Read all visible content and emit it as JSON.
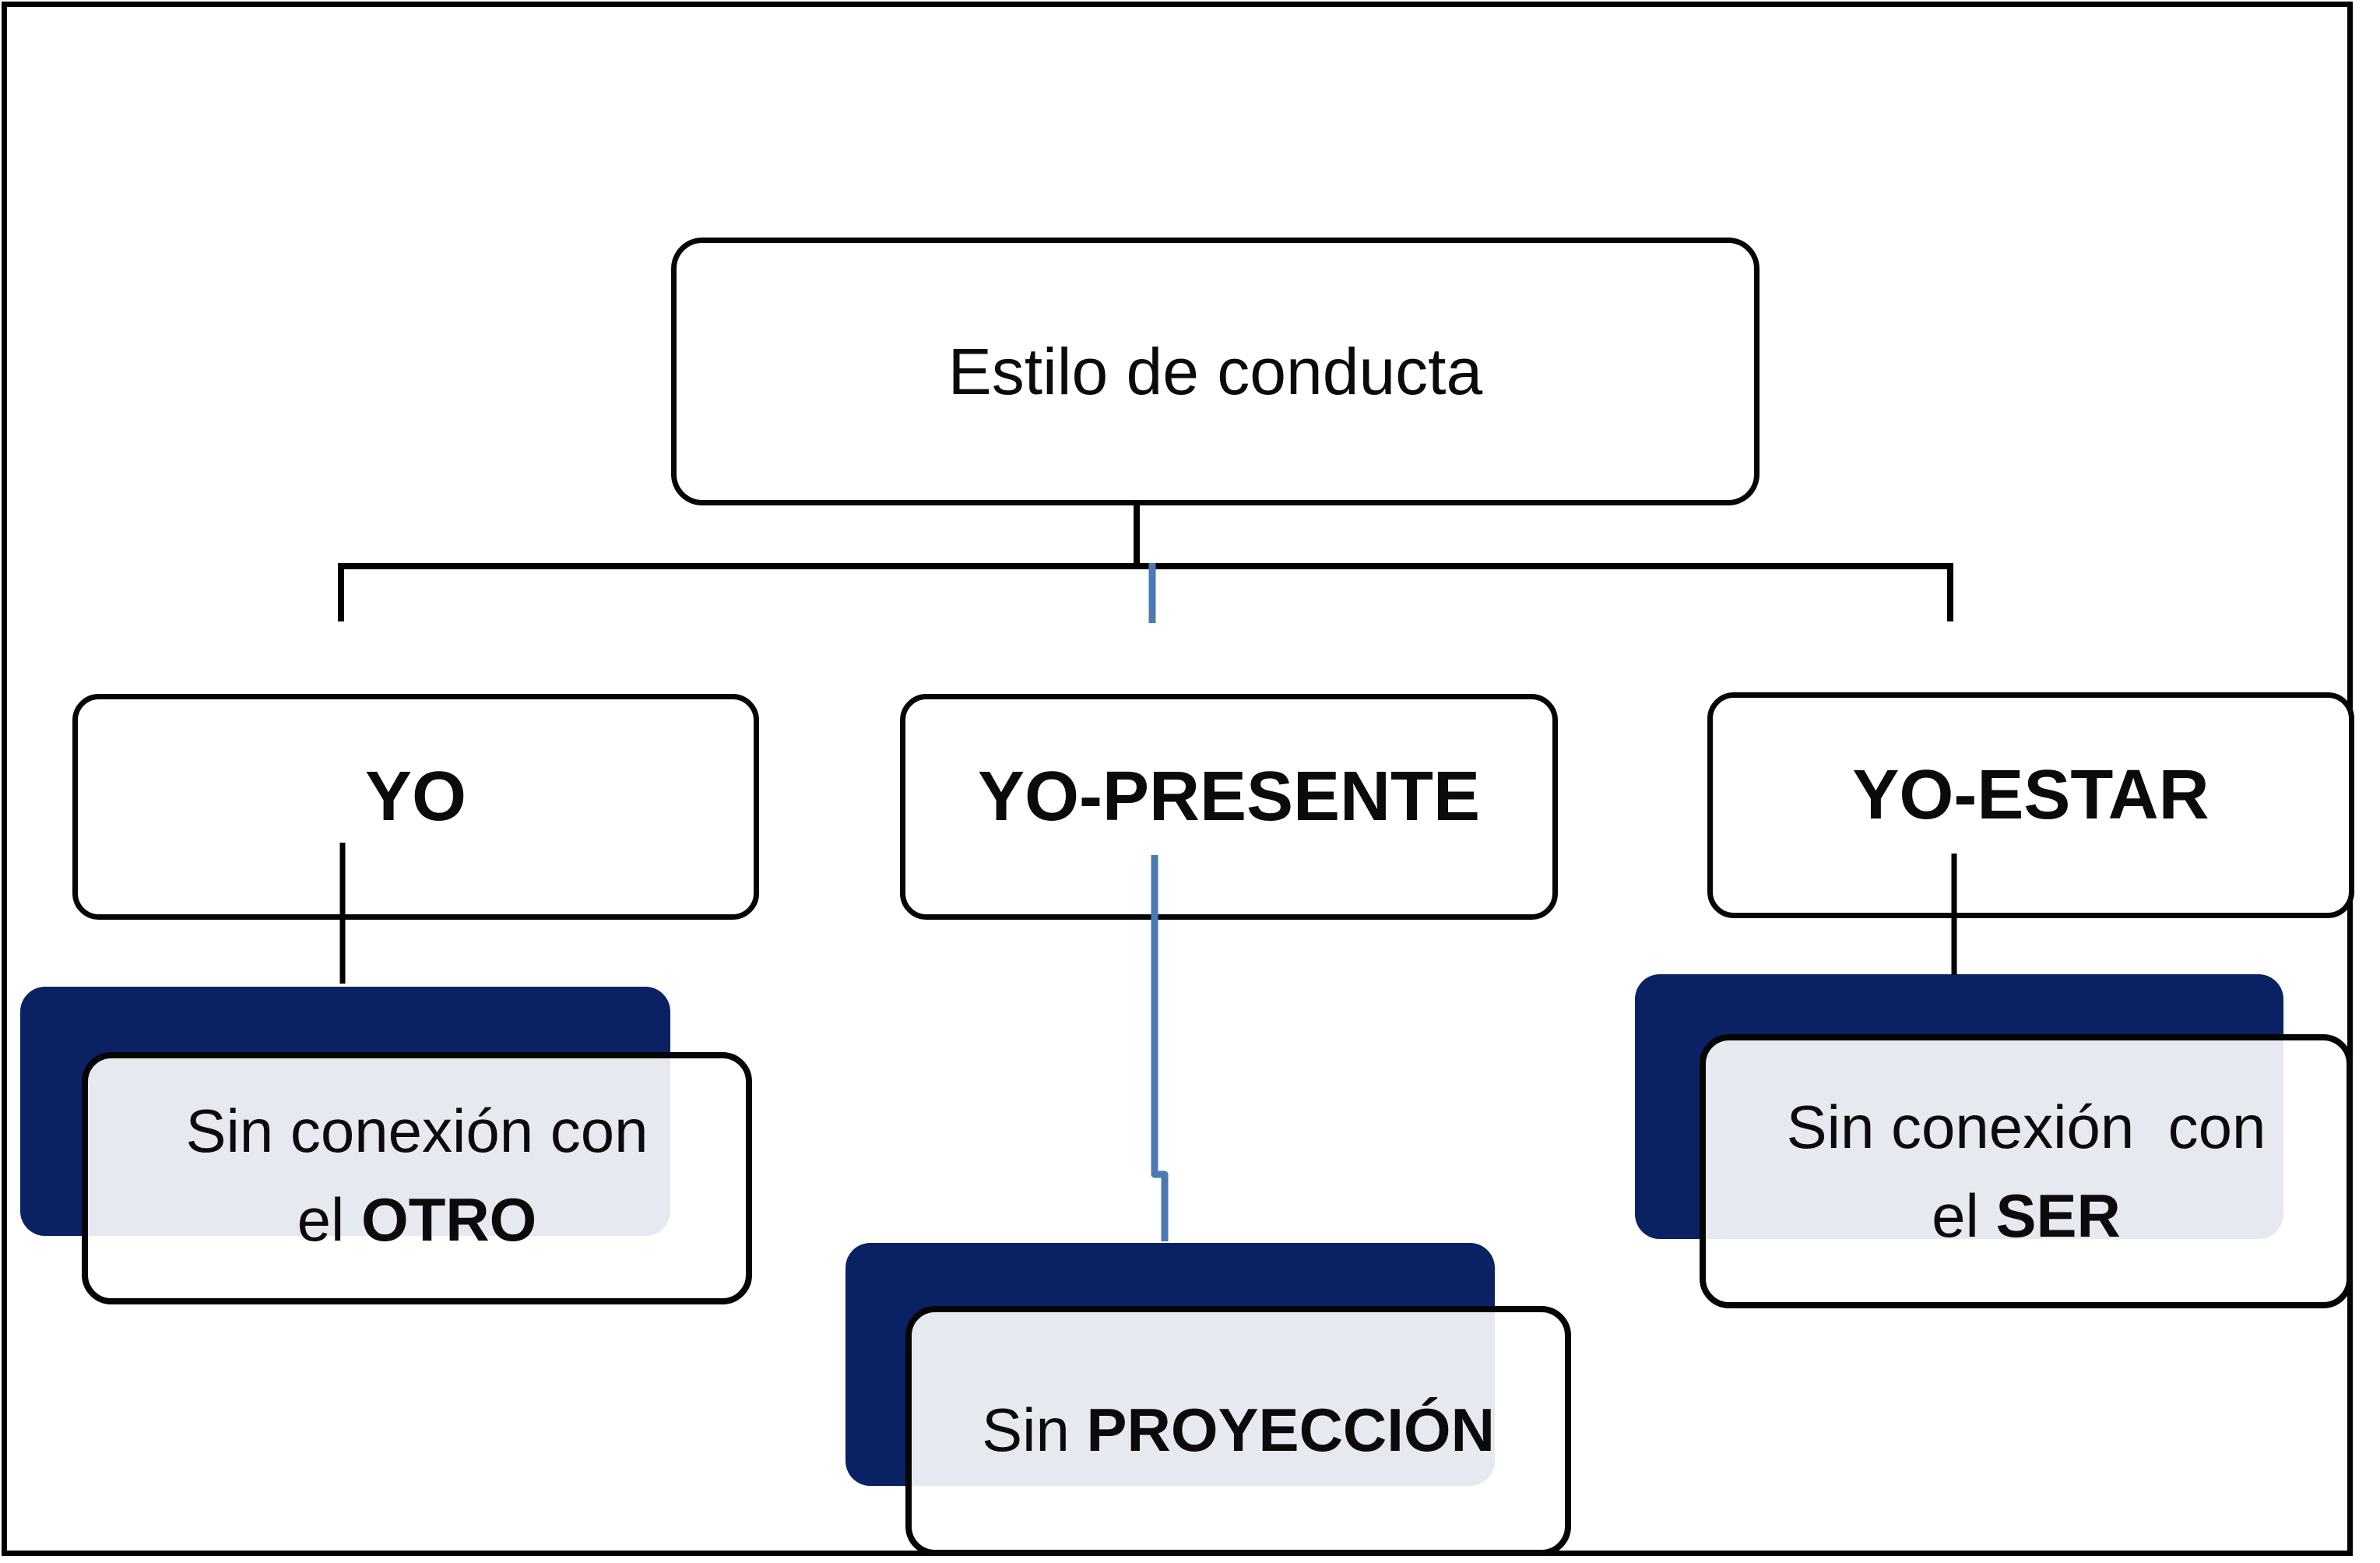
{
  "diagram": {
    "title": "Estilo de conducta",
    "nodes": [
      {
        "label": "YO"
      },
      {
        "label": "YO-PRESENTE"
      },
      {
        "label": "YO-ESTAR"
      }
    ],
    "leaves": [
      {
        "line1": "Sin conexión con",
        "line2_normal": "el ",
        "line2_bold": "OTRO"
      },
      {
        "line1_normal": "Sin ",
        "line1_bold": "PROYECCIÓN"
      },
      {
        "line1": "Sin conexión  con",
        "line2_normal": "el ",
        "line2_bold": "SER"
      }
    ],
    "colors": {
      "shadow_navy": "#0a2164",
      "connector_blue": "#4c79b4",
      "outline_black": "#000000",
      "card_tint": "#e8e9f0"
    }
  }
}
